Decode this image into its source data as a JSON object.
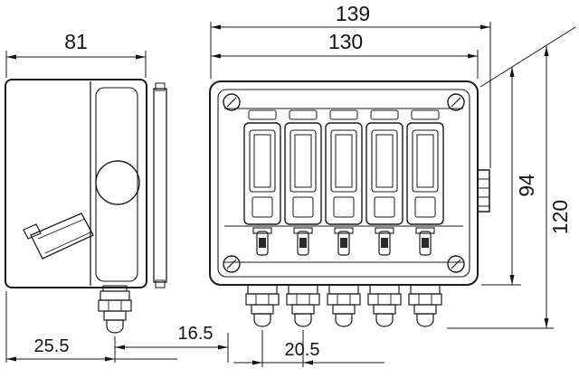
{
  "drawing": {
    "dimensions": {
      "overall_width": "139",
      "enclosure_width": "130",
      "depth": "81",
      "enclosure_height": "94",
      "overall_height": "120",
      "gland_offset_depth": "25.5",
      "edge_offset": "16.5",
      "gland_spacing": "20.5"
    }
  }
}
